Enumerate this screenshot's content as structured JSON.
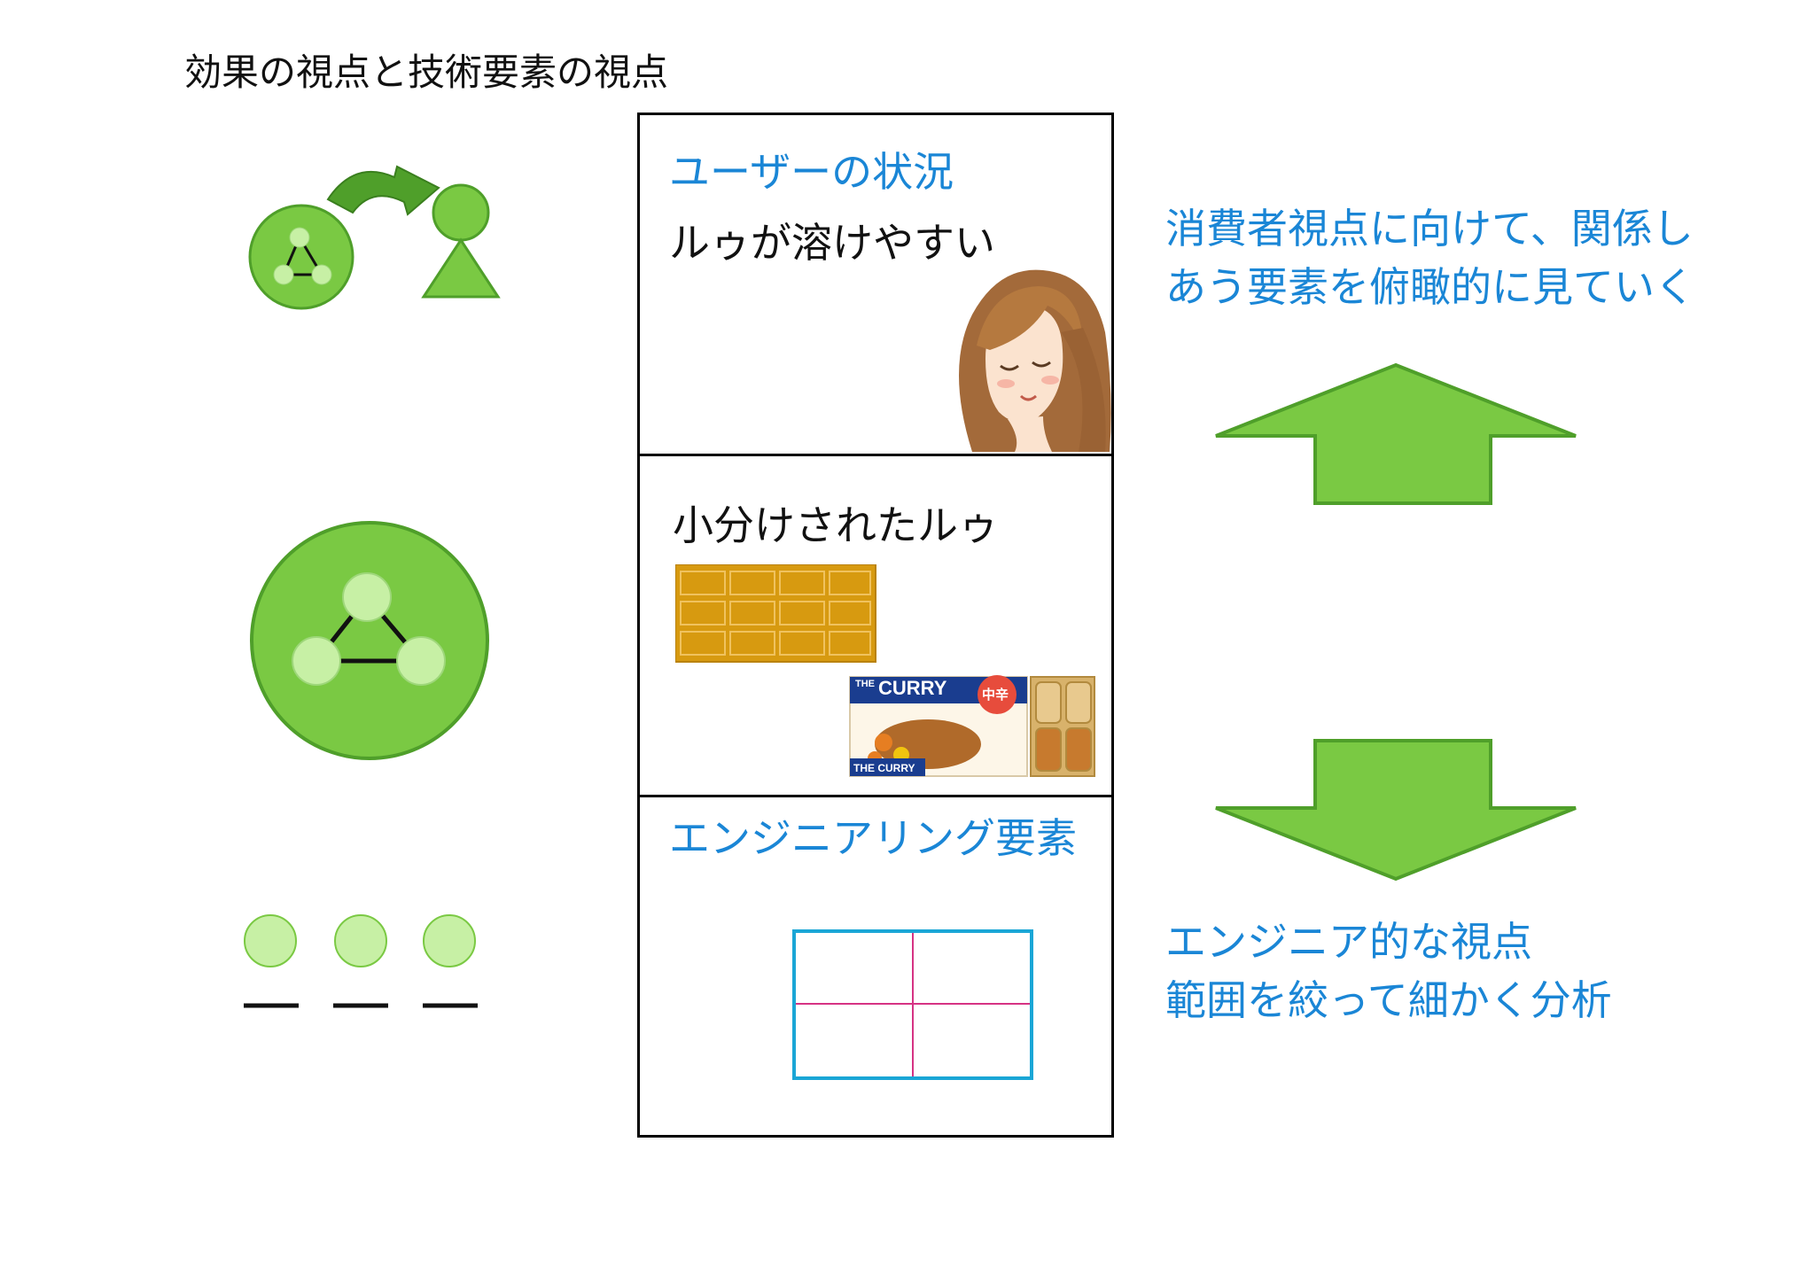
{
  "title": "効果の視点と技術要素の視点",
  "panels": {
    "user": {
      "heading": "ユーザーの状況",
      "text": "ルゥが溶けやすい"
    },
    "split": {
      "text": "小分けされたルゥ",
      "package": {
        "brand_top": "THE",
        "brand_name": "CURRY",
        "badge": "中辛",
        "bottom_label": "THE CURRY"
      }
    },
    "engineering": {
      "heading": "エンジニアリング要素"
    }
  },
  "right": {
    "consumer_view": [
      "消費者視点に向けて、関係し",
      "あう要素を俯瞰的に見ていく"
    ],
    "engineer_view": [
      "エンジニア的な視点",
      "範囲を絞って細かく分析"
    ]
  },
  "colors": {
    "green": "#7ac943",
    "green_dark": "#4f9f2a",
    "node": "#c7f0a5",
    "blue": "#1a86d6",
    "roux": "#d79a10",
    "grid_border": "#1aa6d6",
    "grid_line": "#d63384"
  },
  "icons": {
    "top_left": "system-to-person-icon",
    "mid_left": "system-network-icon",
    "bottom_left": "separate-elements-icon",
    "arrow_up": "arrow-up-icon",
    "arrow_down": "arrow-down-icon"
  }
}
